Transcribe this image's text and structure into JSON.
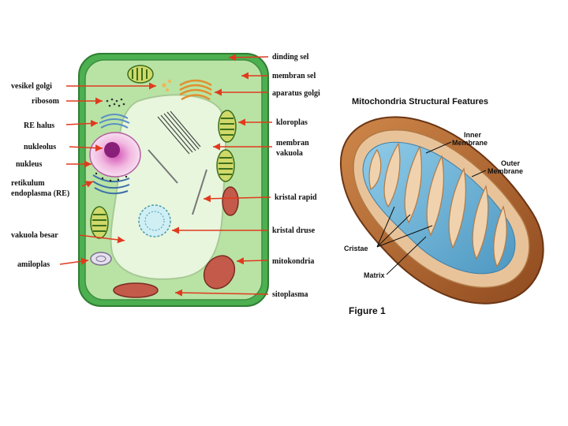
{
  "cell_diagram": {
    "labels_left": [
      "vesikel golgi",
      "ribosom",
      "RE halus",
      "nukleolus",
      "nukleus",
      "retikulum",
      "endoplasma (RE)",
      "vakuola besar",
      "amiloplas"
    ],
    "labels_right": [
      "dinding sel",
      "membran sel",
      "aparatus golgi",
      "kloroplas",
      "membran",
      "vakuola",
      "kristal rapid",
      "kristal druse",
      "mitokondria",
      "sitoplasma"
    ],
    "colors": {
      "cell_wall": "#4caf50",
      "cytoplasm": "#b9e3a5",
      "vacuole": "#e8f6dd",
      "nucleus": "#f2b8e0",
      "nucleolus": "#8a1f7a",
      "arrow": "#e03a1e"
    }
  },
  "mitochondria_diagram": {
    "title": "Mitochondria Structural Features",
    "labels": {
      "inner_1": "Inner",
      "inner_2": "Membrane",
      "outer_1": "Outer",
      "outer_2": "Membrane",
      "cristae": "Cristae",
      "matrix": "Matrix"
    },
    "caption": "Figure 1",
    "colors": {
      "outer": "#b86a35",
      "inner": "#e8c39a",
      "matrix": "#6fb3d6"
    }
  }
}
